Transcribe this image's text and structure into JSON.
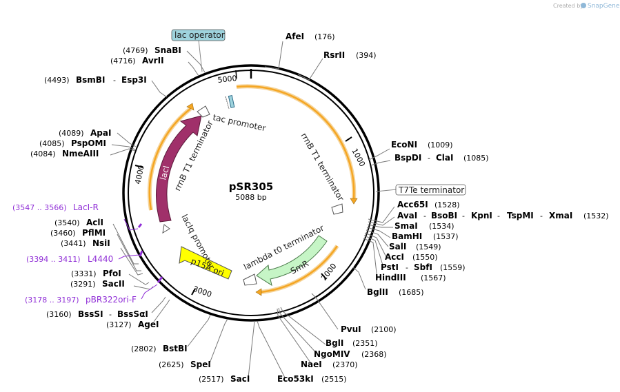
{
  "credit": {
    "prefix": "Created by",
    "brand": "SnapGene"
  },
  "plasmid": {
    "name": "pSR305",
    "length": "5088 bp"
  },
  "ticks": [
    "1000",
    "2000",
    "3000",
    "4000",
    "5000"
  ],
  "colors": {
    "tac_arrow": "#f5a623",
    "lacI": "#a0306a",
    "SmR": "#c6f5c6",
    "p15A": "#ffff00",
    "primer": "#8f2dd6",
    "operator": "#9ed3dd"
  },
  "features": {
    "lacI": "lacI",
    "SmR": "SmR",
    "p15A": "p15A ori",
    "tac_promoter": "tac promoter",
    "rrnB_T1_right": "rrnB T1 terminator",
    "rrnB_T1_left": "rrnB T1 terminator",
    "lambda_t0": "lambda t0 terminator",
    "lacIq": "lacIq promoter",
    "lac_operator": "lac operator",
    "T7Te": "T7Te terminator"
  },
  "sites": {
    "AfeI": {
      "name": "AfeI",
      "pos": "(176)"
    },
    "RsrII": {
      "name": "RsrII",
      "pos": "(394)"
    },
    "EcoNI": {
      "name": "EcoNI",
      "pos": "(1009)"
    },
    "BspDI": {
      "name": "BspDI",
      "pos": "(1085)"
    },
    "ClaI": {
      "name": "ClaI"
    },
    "Acc65I": {
      "name": "Acc65I",
      "pos": "(1528)"
    },
    "AvaI": {
      "name": "AvaI"
    },
    "BsoBI": {
      "name": "BsoBI"
    },
    "KpnI": {
      "name": "KpnI"
    },
    "TspMI": {
      "name": "TspMI"
    },
    "XmaI": {
      "name": "XmaI",
      "pos": "(1532)"
    },
    "SmaI": {
      "name": "SmaI",
      "pos": "(1534)"
    },
    "BamHI": {
      "name": "BamHI",
      "pos": "(1537)"
    },
    "SalI": {
      "name": "SalI",
      "pos": "(1549)"
    },
    "AccI": {
      "name": "AccI",
      "pos": "(1550)"
    },
    "PstI": {
      "name": "PstI"
    },
    "SbfI": {
      "name": "SbfI",
      "pos": "(1559)"
    },
    "HindIII": {
      "name": "HindIII",
      "pos": "(1567)"
    },
    "BglII": {
      "name": "BglII",
      "pos": "(1685)"
    },
    "PvuI": {
      "name": "PvuI",
      "pos": "(2100)"
    },
    "BglI": {
      "name": "BglI",
      "pos": "(2351)"
    },
    "NgoMIV": {
      "name": "NgoMIV",
      "pos": "(2368)"
    },
    "NaeI": {
      "name": "NaeI",
      "pos": "(2370)"
    },
    "Eco53kI": {
      "name": "Eco53kI",
      "pos": "(2515)"
    },
    "SacI": {
      "name": "SacI",
      "pos": "(2517)"
    },
    "SpeI": {
      "name": "SpeI",
      "pos": "(2625)"
    },
    "BstBI": {
      "name": "BstBI",
      "pos": "(2802)"
    },
    "AgeI": {
      "name": "AgeI",
      "pos": "(3127)"
    },
    "BssSI": {
      "name": "BssSI",
      "pos": "(3160)"
    },
    "BssSaI": {
      "name": "BssSαI"
    },
    "SacII": {
      "name": "SacII",
      "pos": "(3291)"
    },
    "PfoI": {
      "name": "PfoI",
      "pos": "(3331)"
    },
    "NsiI": {
      "name": "NsiI",
      "pos": "(3441)"
    },
    "PflMI": {
      "name": "PflMI",
      "pos": "(3460)"
    },
    "AclI": {
      "name": "AclI",
      "pos": "(3540)"
    },
    "NmeAIII": {
      "name": "NmeAIII",
      "pos": "(4084)"
    },
    "PspOMI": {
      "name": "PspOMI",
      "pos": "(4085)"
    },
    "ApaI": {
      "name": "ApaI",
      "pos": "(4089)"
    },
    "BsmBI": {
      "name": "BsmBI",
      "pos": "(4493)"
    },
    "Esp3I": {
      "name": "Esp3I"
    },
    "AvrII": {
      "name": "AvrII",
      "pos": "(4716)"
    },
    "SnaBI": {
      "name": "SnaBI",
      "pos": "(4769)"
    }
  },
  "primers": {
    "LacIR": {
      "range": "(3547 .. 3566)",
      "name": "LacI-R"
    },
    "L4440": {
      "range": "(3394 .. 3411)",
      "name": "L4440"
    },
    "pBR322ori": {
      "range": "(3178 .. 3197)",
      "name": "pBR322ori-F"
    }
  },
  "separator": "-"
}
